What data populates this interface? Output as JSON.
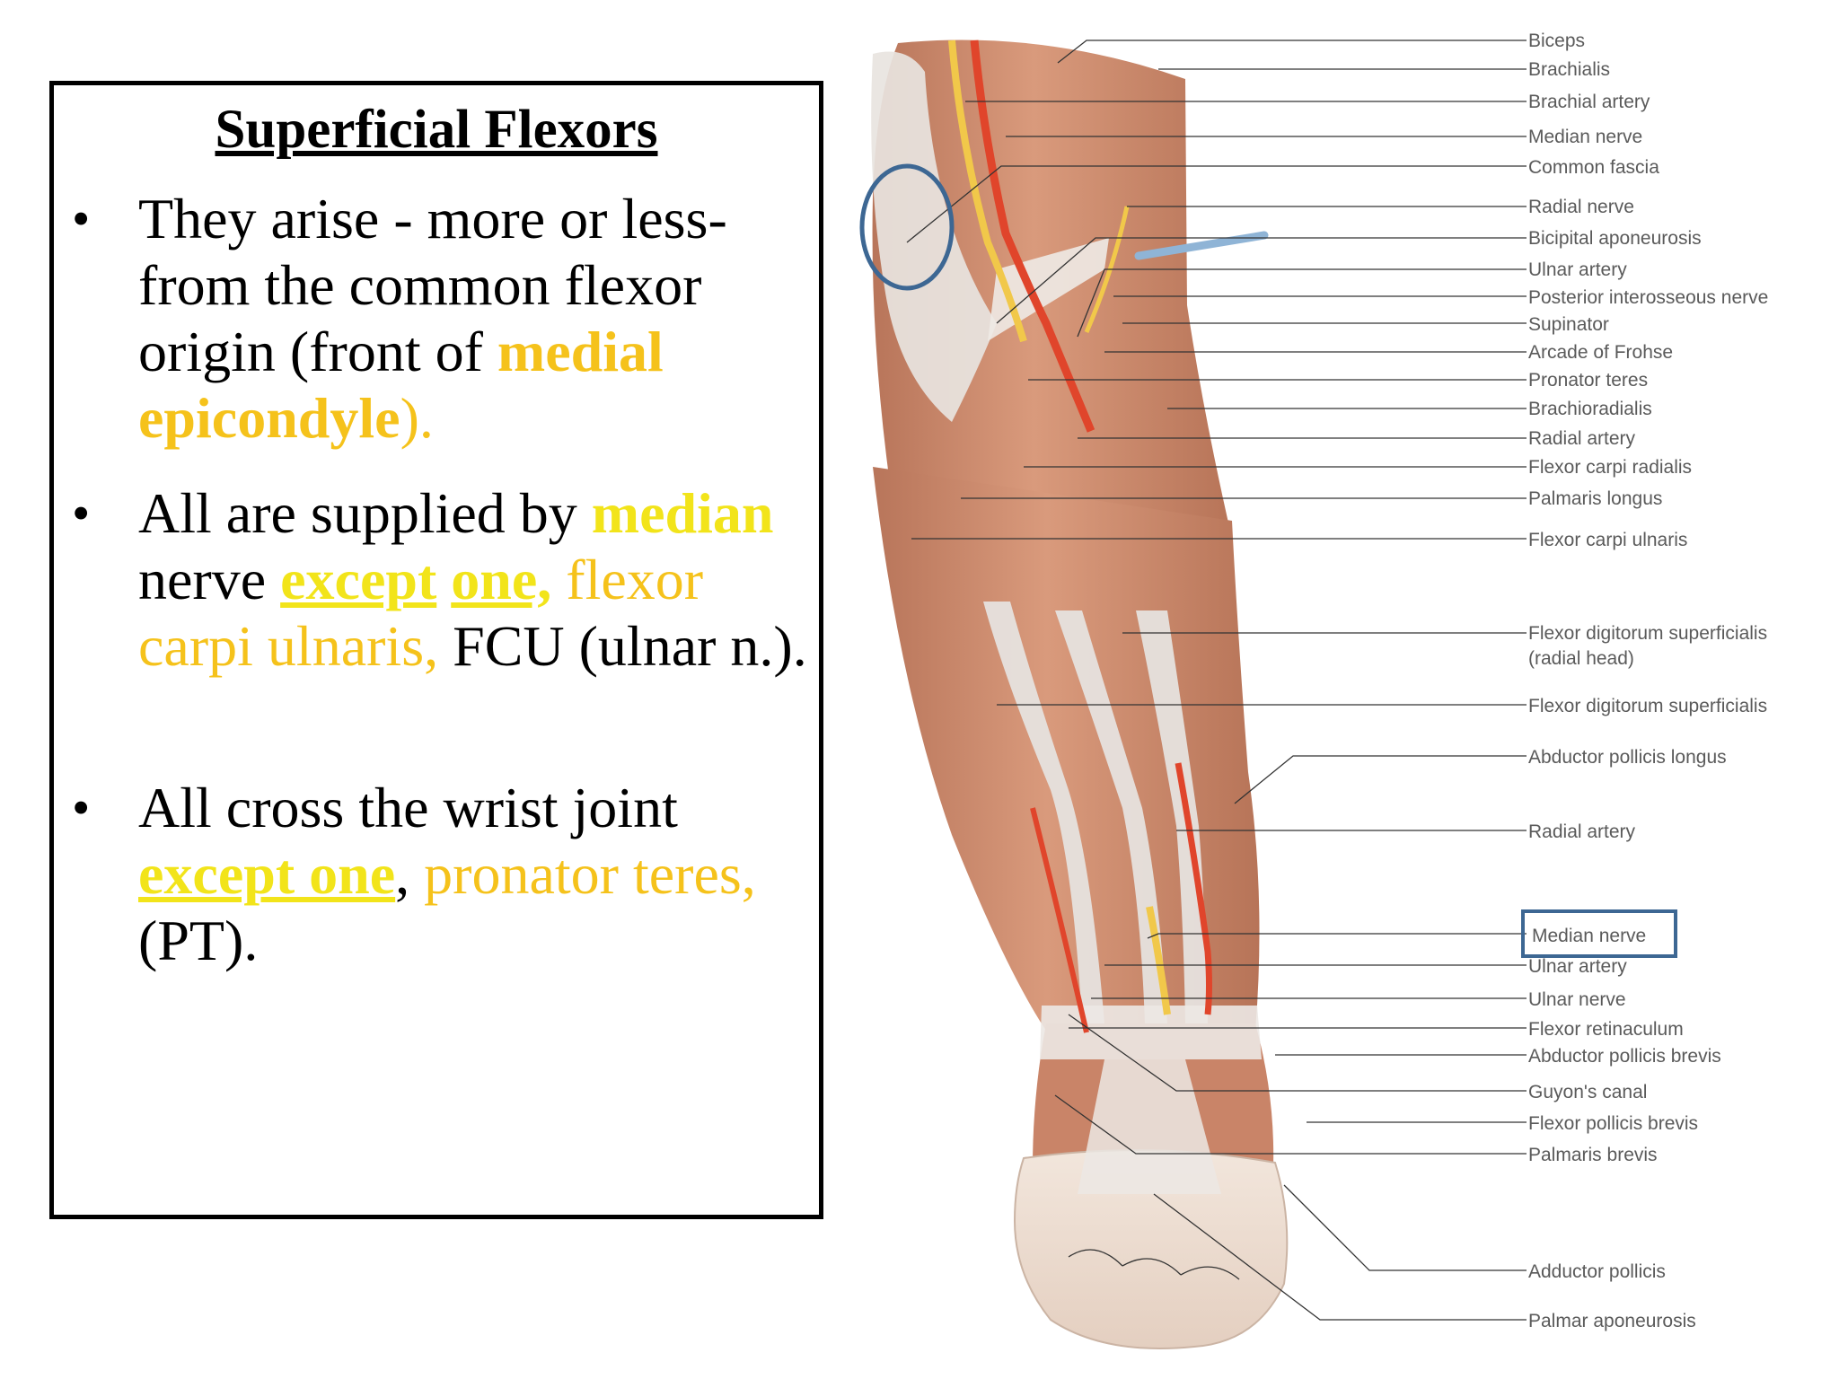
{
  "slide": {
    "title": "Superficial Flexors",
    "bullets": [
      {
        "segments": [
          {
            "text": "They arise - more or less- from the common flexor origin (front of ",
            "style": "plain"
          },
          {
            "text": "medial epicondyle",
            "style": "gold-b"
          },
          {
            "text": ").",
            "style": "gold"
          }
        ]
      },
      {
        "segments": [
          {
            "text": "All are supplied by ",
            "style": "plain"
          },
          {
            "text": "median",
            "style": "yel-b"
          },
          {
            "text": " nerve ",
            "style": "plain"
          },
          {
            "text": "except",
            "style": "yel-bu"
          },
          {
            "text": " ",
            "style": "plain"
          },
          {
            "text": "one,",
            "style": "yel-bu"
          },
          {
            "text": " flexor carpi ulnaris,",
            "style": "gold"
          },
          {
            "text": " FCU (ulnar n.).",
            "style": "plain"
          }
        ]
      },
      {
        "segments": [
          {
            "text": "All cross the wrist joint ",
            "style": "plain"
          },
          {
            "text": "except one",
            "style": "yel-bu"
          },
          {
            "text": ",",
            "style": "plain"
          },
          {
            "text": " pronator teres,",
            "style": "gold"
          },
          {
            "text": " (PT).",
            "style": "plain"
          }
        ]
      }
    ]
  },
  "diagram": {
    "labels": [
      "Biceps",
      "Brachialis",
      "Brachial artery",
      "Median nerve",
      "Common fascia",
      "Radial nerve",
      "Bicipital aponeurosis",
      "Ulnar artery",
      "Posterior interosseous nerve",
      "Supinator",
      "Arcade of Frohse",
      "Pronator teres",
      "Brachioradialis",
      "Radial artery",
      "Flexor carpi radialis",
      "Palmaris longus",
      "Flexor carpi ulnaris",
      "Flexor digitorum superficialis",
      "(radial head)",
      "Flexor digitorum superficialis",
      "Abductor pollicis longus",
      "Radial artery",
      "Median nerve",
      "Ulnar artery",
      "Ulnar  nerve",
      "Flexor retinaculum",
      "Abductor pollicis brevis",
      "Guyon's canal",
      "Flexor pollicis brevis",
      "Palmaris brevis",
      "Adductor pollicis",
      "Palmar aponeurosis"
    ],
    "highlight_color": "#3d6793",
    "colors": {
      "muscle": "#cf8d6f",
      "tendon": "#e4e0dc",
      "artery": "#e0452b",
      "nerve": "#f1c84a"
    }
  }
}
